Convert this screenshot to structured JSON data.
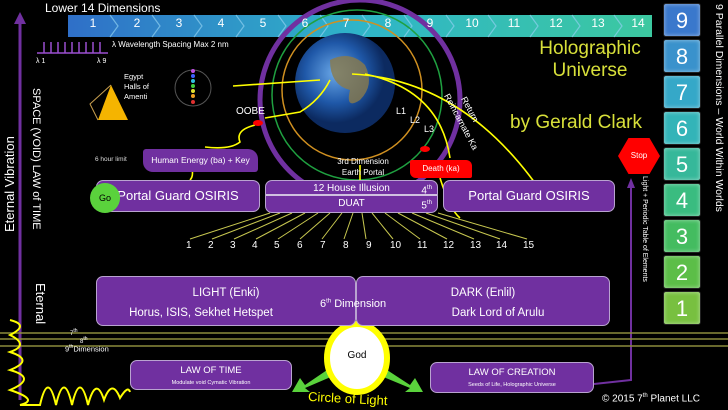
{
  "top_bar": {
    "title": "Lower 14 Dimensions",
    "dimensions": [
      "1",
      "2",
      "3",
      "4",
      "5",
      "6",
      "7",
      "8",
      "9",
      "10",
      "11",
      "12",
      "13",
      "14"
    ]
  },
  "wavelength": {
    "label": "λ Wavelength Spacing Max 2 nm",
    "start": "λ 1",
    "end": "λ 9"
  },
  "egypt": {
    "label_lines": [
      "Egypt",
      "Halls of",
      "Amenti"
    ]
  },
  "earth": {
    "oobe": "OOBE",
    "levels": [
      "L1",
      "L2",
      "L3"
    ],
    "portal_line1": "3rd Dimension",
    "portal_line2": "Earth Portal",
    "sup": "rd"
  },
  "title": {
    "line1": "Holographic",
    "line2": "Universe",
    "line3": "by Gerald Clark"
  },
  "return_label": {
    "line1": "Return",
    "line2": "Reincarnate Ka"
  },
  "human_energy": {
    "limit": "6 hour limit",
    "label": "Human Energy (ba) + Key"
  },
  "death": {
    "label": "Death (ka)"
  },
  "go": "Go",
  "stop": "Stop",
  "portal_left": "Portal Guard OSIRIS",
  "portal_right": "Portal Guard OSIRIS",
  "duat": {
    "top": "12 House Illusion",
    "top_dim": "4",
    "bottom": "DUAT",
    "bottom_dim": "5",
    "sup": "th"
  },
  "rays": [
    "1",
    "2",
    "3",
    "4",
    "5",
    "6",
    "7",
    "8",
    "9",
    "10",
    "11",
    "12",
    "13",
    "14",
    "15"
  ],
  "light": {
    "title": "LIGHT (Enki)",
    "subtitle": "Horus, ISIS, Sekhet Hetspet"
  },
  "dark": {
    "title": "DARK (Enlil)",
    "subtitle": "Dark Lord of Arulu"
  },
  "sixth": {
    "num": "6",
    "sup": "th",
    "label": " Dimension"
  },
  "dims_low": {
    "d7": "7",
    "d8": "8",
    "d9": "9",
    "sup": "th",
    "label": "Dimension"
  },
  "god": "God",
  "circle_of_light": "Circle of Light",
  "law_time": {
    "title": "LAW OF TIME",
    "subtitle": "Modulate void Cymatic Vibration"
  },
  "law_creation": {
    "title": "LAW OF CREATION",
    "subtitle": "Seeds of Life, Holographic Universe"
  },
  "left_axis": {
    "space": "SPACE (VOID)   LAW of TIME",
    "eternal_vibration": "Eternal Vibration",
    "eternal": "Eternal"
  },
  "right_axis": {
    "periodic": "Light + Periodic Table of Elements",
    "parallel": "9 Parallel Dimensions – World Within Worlds"
  },
  "parallel_dims": [
    "9",
    "8",
    "7",
    "6",
    "5",
    "4",
    "3",
    "2",
    "1"
  ],
  "copyright": {
    "pre": "© 2015 7",
    "sup": "th",
    "post": " Planet LLC"
  },
  "colors": {
    "purple": "#7030a0",
    "yellow": "#ffff00",
    "title": "#d8e03a",
    "red": "#ff0000",
    "green": "#5ad23c"
  }
}
